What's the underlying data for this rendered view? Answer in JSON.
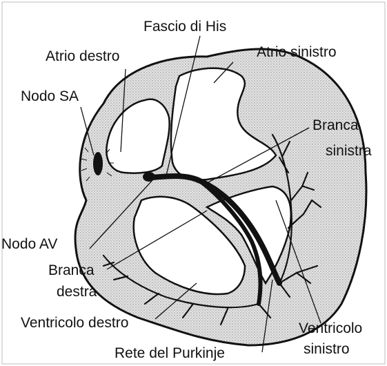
{
  "labels": {
    "fascio_his": "Fascio di His",
    "atrio_destro": "Atrio destro",
    "atrio_sinistro": "Atrio sinistro",
    "nodo_sa": "Nodo SA",
    "branca_sinistra_1": "Branca",
    "branca_sinistra_2": "sinistra",
    "nodo_av": "Nodo AV",
    "branca_destra_1": "Branca",
    "branca_destra_2": "destra",
    "ventricolo_destro": "Ventricolo destro",
    "ventricolo_sinistro_1": "Ventricolo",
    "ventricolo_sinistro_2": "sinistro",
    "rete_purkinje": "Rete del Purkinje"
  },
  "colors": {
    "ink": "#111111",
    "wall_fill": "#d9d9d9",
    "chamber_fill": "#ffffff",
    "frame": "#bdbdbd"
  },
  "icons": [
    "heart-diagram",
    "sa-node",
    "av-node",
    "his-bundle",
    "purkinje-network"
  ]
}
